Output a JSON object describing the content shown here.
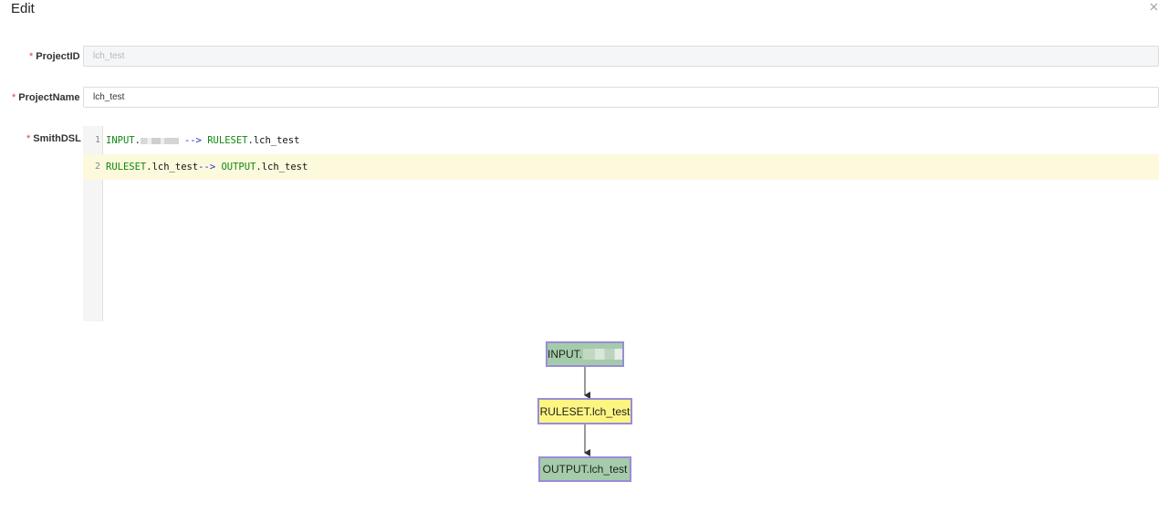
{
  "modal": {
    "title": "Edit",
    "close_icon": "close-icon"
  },
  "form": {
    "project_id": {
      "label": "ProjectID",
      "required_mark": "*",
      "value": "lch_test",
      "disabled": true
    },
    "project_name": {
      "label": "ProjectName",
      "required_mark": "*",
      "value": "lch_test"
    },
    "smith_dsl": {
      "label": "SmithDSL",
      "required_mark": "*",
      "lines": [
        {
          "number": "1",
          "tokens": {
            "input_kw": "INPUT",
            "dot1": ".",
            "arrow": "-->",
            "ruleset_kw": "RULESET",
            "dot2": ".",
            "target": "lch_test"
          }
        },
        {
          "number": "2",
          "tokens": {
            "ruleset_kw": "RULESET",
            "dot1": ".",
            "source": "lch_test",
            "arrow": "-->",
            "output_kw": "OUTPUT",
            "dot2": ".",
            "target": "lch_test"
          }
        }
      ]
    }
  },
  "diagram": {
    "nodes": [
      {
        "label": "INPUT.",
        "color": "#a4ccaa"
      },
      {
        "label": "RULESET.lch_test",
        "color": "#fdf582"
      },
      {
        "label": "OUTPUT.lch_test",
        "color": "#a4ccaa"
      }
    ],
    "border_color": "#9a8cd8",
    "edge_color": "#333333"
  }
}
